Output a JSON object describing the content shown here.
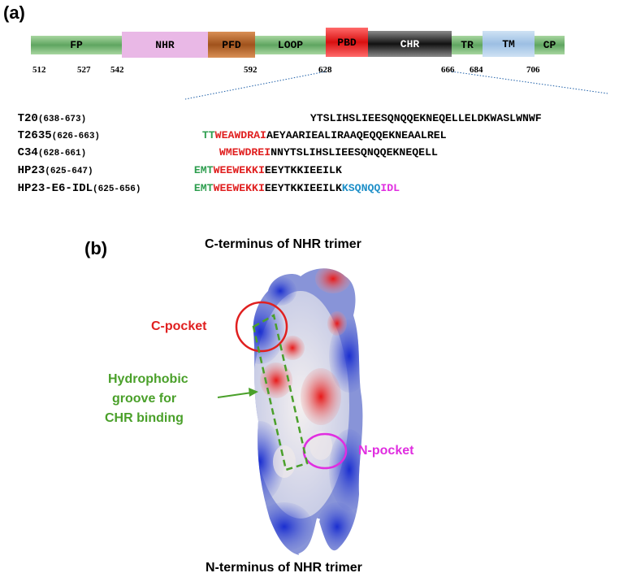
{
  "panel_a_label": "(a)",
  "panel_b_label": "(b)",
  "domains": [
    {
      "label": "FP",
      "color": "#6fb070"
    },
    {
      "label": "NHR",
      "color": "#e9b3e6"
    },
    {
      "label": "PFD",
      "color": "#b5642a"
    },
    {
      "label": "LOOP",
      "color": "#6fb070"
    },
    {
      "label": "PBD",
      "color": "#e81c1c"
    },
    {
      "label": "CHR",
      "color": "#1a1a1a"
    },
    {
      "label": "TR",
      "color": "#6fb070"
    },
    {
      "label": "TM",
      "color": "#a9c8e6"
    },
    {
      "label": "CP",
      "color": "#6fb070"
    }
  ],
  "positions": [
    "512",
    "527",
    "542",
    "592",
    "628",
    "666",
    "684",
    "706"
  ],
  "peptides": [
    {
      "name": "T20",
      "range": "(638-673)",
      "segments": [
        {
          "text": "YTSLIHSLIEESQNQQEKNEQELLELDKWASLWNWF",
          "color": "black"
        }
      ]
    },
    {
      "name": "T2635",
      "range": "(626-663)",
      "segments": [
        {
          "text": "TT",
          "color": "green"
        },
        {
          "text": "WEAWDRAI",
          "color": "red"
        },
        {
          "text": "AEYAARIEALIRAAQEQQEKNEAALREL",
          "color": "black"
        }
      ]
    },
    {
      "name": "C34",
      "range": "(628-661)",
      "segments": [
        {
          "text": "WMEWDREI",
          "color": "red"
        },
        {
          "text": "NNYTSLIHSLIEESQNQQEKNEQELL",
          "color": "black"
        }
      ]
    },
    {
      "name": "HP23",
      "range": "(625-647)",
      "segments": [
        {
          "text": "EMT",
          "color": "green"
        },
        {
          "text": "WEEWEKKI",
          "color": "red"
        },
        {
          "text": "EEYTKKIEEILK",
          "color": "black"
        }
      ]
    },
    {
      "name": "HP23-E6-IDL",
      "range": "(625-656)",
      "segments": [
        {
          "text": "EMT",
          "color": "green"
        },
        {
          "text": "WEEWEKKI",
          "color": "red"
        },
        {
          "text": "EEYTKKIEEILK",
          "color": "black"
        },
        {
          "text": "KSQNQQ",
          "color": "blue"
        },
        {
          "text": "IDL",
          "color": "magenta"
        }
      ]
    }
  ],
  "structure": {
    "top_label": "C-terminus of NHR trimer",
    "bottom_label": "N-terminus of NHR trimer",
    "c_pocket": "C-pocket",
    "n_pocket": "N-pocket",
    "groove_line1": "Hydrophobic",
    "groove_line2": "groove for",
    "groove_line3": "CHR binding"
  },
  "colors": {
    "text_green": "#2e9e4f",
    "text_red": "#e02020",
    "text_blue": "#1e8fc8",
    "text_magenta": "#e02ee0",
    "annotation_red": "#e02020",
    "annotation_green": "#4aa02a",
    "annotation_magenta": "#e02ee0"
  }
}
